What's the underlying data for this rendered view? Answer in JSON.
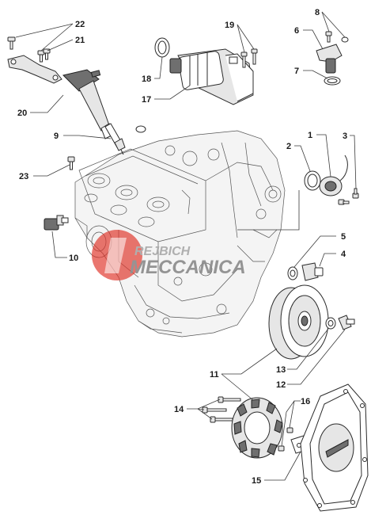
{
  "watermark": {
    "line1": "REJBICH",
    "line2": "MECCANICA",
    "brand_color": "#e0352b"
  },
  "callouts": [
    {
      "id": "c1",
      "label": "1"
    },
    {
      "id": "c2",
      "label": "2"
    },
    {
      "id": "c3",
      "label": "3"
    },
    {
      "id": "c4",
      "label": "4"
    },
    {
      "id": "c5",
      "label": "5"
    },
    {
      "id": "c6",
      "label": "6"
    },
    {
      "id": "c7",
      "label": "7"
    },
    {
      "id": "c8",
      "label": "8"
    },
    {
      "id": "c9",
      "label": "9"
    },
    {
      "id": "c10",
      "label": "10"
    },
    {
      "id": "c11",
      "label": "11"
    },
    {
      "id": "c12",
      "label": "12"
    },
    {
      "id": "c13",
      "label": "13"
    },
    {
      "id": "c14",
      "label": "14"
    },
    {
      "id": "c15",
      "label": "15"
    },
    {
      "id": "c16",
      "label": "16"
    },
    {
      "id": "c17",
      "label": "17"
    },
    {
      "id": "c18",
      "label": "18"
    },
    {
      "id": "c19",
      "label": "19"
    },
    {
      "id": "c20",
      "label": "20"
    },
    {
      "id": "c21",
      "label": "21"
    },
    {
      "id": "c22",
      "label": "22"
    },
    {
      "id": "c23",
      "label": "23"
    }
  ]
}
